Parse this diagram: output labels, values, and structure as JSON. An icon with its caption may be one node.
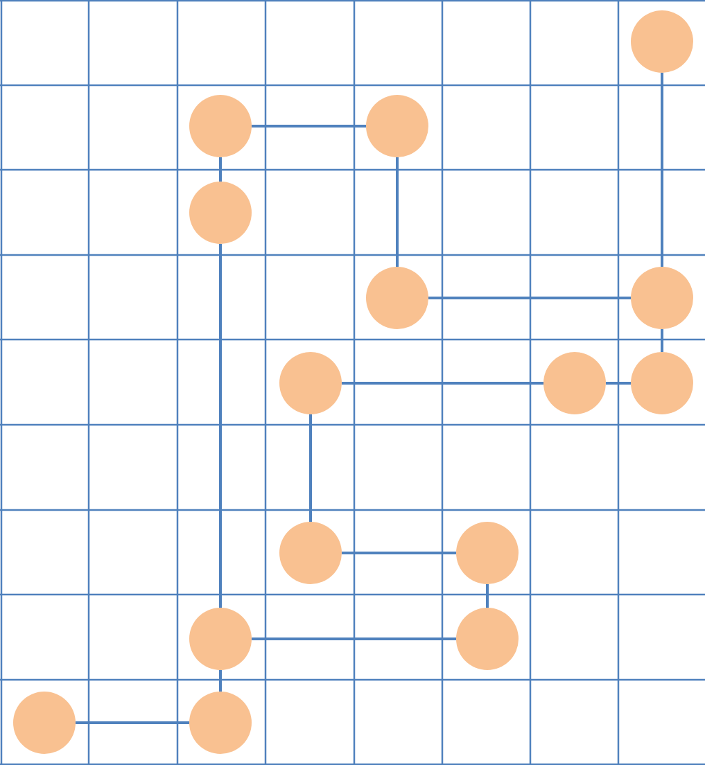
{
  "diagram": {
    "nodes": [
      {
        "text": [],
        "shape": "circle"
      },
      {
        "text": [],
        "shape": "circle"
      },
      {
        "text": [],
        "shape": "circle"
      },
      {
        "text": [],
        "shape": "circle"
      },
      {
        "text": [],
        "shape": "circle"
      },
      {
        "text": [],
        "shape": "circle"
      },
      {
        "text": [],
        "shape": "circle"
      },
      {
        "text": [],
        "shape": "circle"
      },
      {
        "text": [],
        "shape": "circle"
      },
      {
        "text": [],
        "shape": "circle"
      },
      {
        "text": [],
        "shape": "circle"
      },
      {
        "text": [],
        "shape": "circle"
      },
      {
        "text": [],
        "shape": "circle"
      },
      {
        "text": [],
        "shape": "circle"
      },
      {
        "text": [],
        "shape": "circle"
      }
    ],
    "edges": [
      {
        "from": 1,
        "to": 2,
        "arrow": "none"
      },
      {
        "from": 1,
        "to": 3,
        "arrow": "none"
      },
      {
        "from": 0,
        "to": 5,
        "arrow": "none"
      },
      {
        "from": 2,
        "to": 4,
        "arrow": "none"
      },
      {
        "from": 3,
        "to": 11,
        "arrow": "none"
      },
      {
        "from": 4,
        "to": 5,
        "arrow": "none"
      },
      {
        "from": 5,
        "to": 8,
        "arrow": "none"
      },
      {
        "from": 6,
        "to": 7,
        "arrow": "none"
      },
      {
        "from": 7,
        "to": 8,
        "arrow": "none"
      },
      {
        "from": 6,
        "to": 9,
        "arrow": "none"
      },
      {
        "from": 9,
        "to": 10,
        "arrow": "none"
      },
      {
        "from": 10,
        "to": 12,
        "arrow": "none"
      },
      {
        "from": 11,
        "to": 12,
        "arrow": "none"
      },
      {
        "from": 11,
        "to": 14,
        "arrow": "none"
      },
      {
        "from": 13,
        "to": 14,
        "arrow": "none"
      }
    ]
  }
}
